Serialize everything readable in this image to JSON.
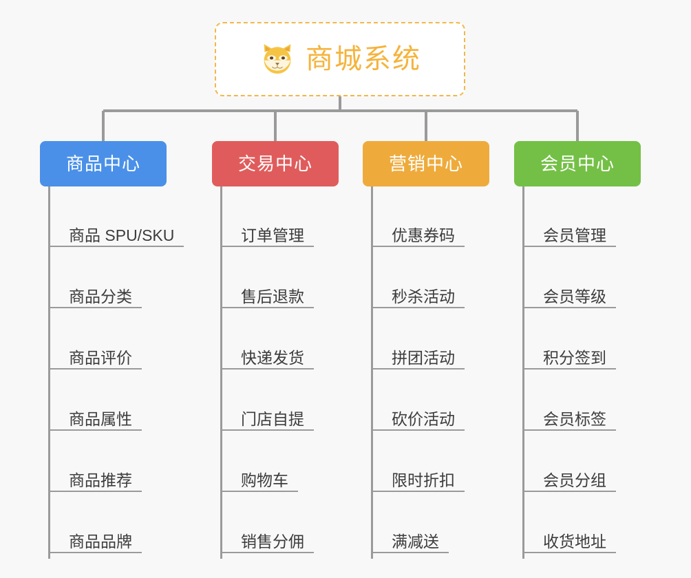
{
  "canvas": {
    "background_color": "#f8f8f8",
    "connector_color": "#9a9a9a"
  },
  "root": {
    "title": "商城系统",
    "icon": "shiba-dog-face-emoji",
    "text_color": "#f5b33c",
    "border_color": "#f0b849",
    "background_color": "#ffffff"
  },
  "branches": [
    {
      "label": "商品中心",
      "color": "#4a90e8",
      "items": [
        "商品 SPU/SKU",
        "商品分类",
        "商品评价",
        "商品属性",
        "商品推荐",
        "商品品牌"
      ]
    },
    {
      "label": "交易中心",
      "color": "#e05c5c",
      "items": [
        "订单管理",
        "售后退款",
        "快递发货",
        "门店自提",
        "购物车",
        "销售分佣"
      ]
    },
    {
      "label": "营销中心",
      "color": "#eeab3c",
      "items": [
        "优惠券码",
        "秒杀活动",
        "拼团活动",
        "砍价活动",
        "限时折扣",
        "满减送"
      ]
    },
    {
      "label": "会员中心",
      "color": "#74c046",
      "items": [
        "会员管理",
        "会员等级",
        "积分签到",
        "会员标签",
        "会员分组",
        "收货地址"
      ]
    }
  ]
}
